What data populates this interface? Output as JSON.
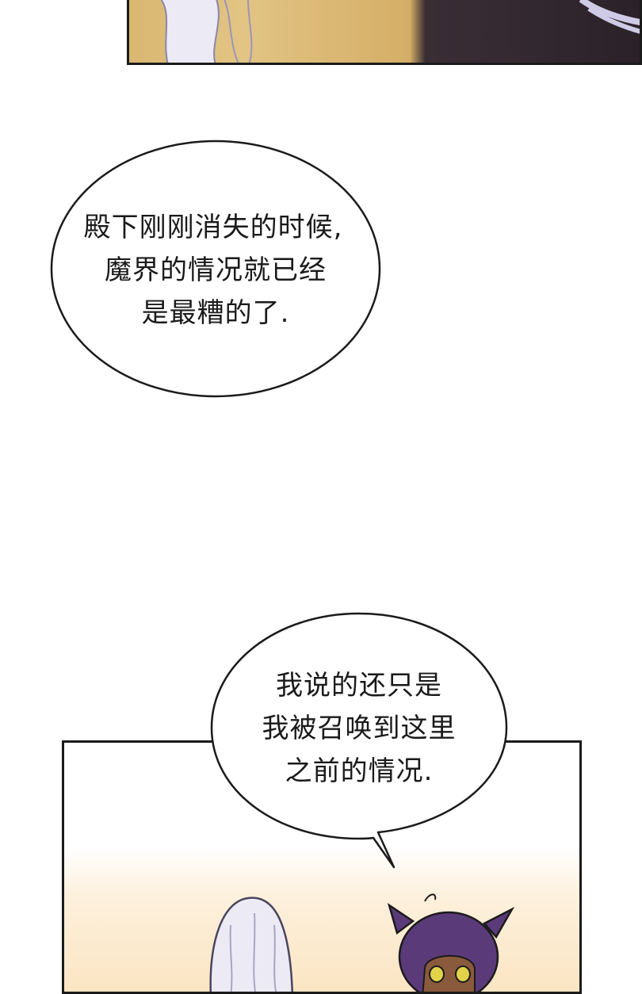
{
  "bubble1": {
    "lines": [
      "殿下刚刚消失的时候,",
      "魔界的情况就已经",
      "是最糟的了."
    ]
  },
  "bubble2": {
    "lines": [
      "我说的还只是",
      "我被召唤到这里",
      "之前的情况."
    ]
  },
  "colors": {
    "ink": "#1b1b1b",
    "sand": "#d9b771",
    "cloak": "#2b2229",
    "warm_glow": "#fbe5c3",
    "hair_silver": "#eceaf4",
    "hair_purple": "#5b3a7a",
    "skin_dark": "#8a5a3c",
    "eyes": "#e3d24a"
  }
}
